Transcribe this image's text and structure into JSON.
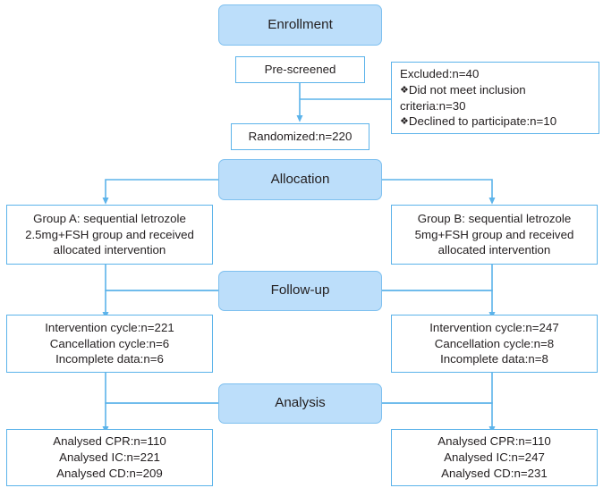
{
  "diagram": {
    "title": "CONSORT participant flow diagram",
    "colors": {
      "stage_fill": "#bcdefa",
      "stage_border": "#7ec0ef",
      "box_border": "#5cb3ea",
      "connector": "#5cb3ea",
      "text": "#231f20",
      "background": "#ffffff"
    }
  },
  "stages": {
    "enrollment": "Enrollment",
    "allocation": "Allocation",
    "followup": "Follow-up",
    "analysis": "Analysis"
  },
  "enrollment": {
    "pre_screened": "Pre-screened",
    "randomized": "Randomized:n=220",
    "excluded": {
      "heading": "Excluded:n=40",
      "bullet_glyph": "❖",
      "reasons": [
        "Did not meet inclusion criteria:n=30",
        "Declined to participate:n=10"
      ]
    }
  },
  "allocation": {
    "group_a": [
      "Group A: sequential letrozole",
      "2.5mg+FSH group and received",
      "allocated intervention"
    ],
    "group_b": [
      "Group B: sequential letrozole",
      "5mg+FSH group and received",
      "allocated intervention"
    ]
  },
  "followup": {
    "left": [
      "Intervention cycle:n=221",
      "Cancellation cycle:n=6",
      "Incomplete data:n=6"
    ],
    "right": [
      "Intervention cycle:n=247",
      "Cancellation cycle:n=8",
      "Incomplete data:n=8"
    ]
  },
  "analysis": {
    "left": [
      "Analysed CPR:n=110",
      "Analysed IC:n=221",
      "Analysed CD:n=209"
    ],
    "right": [
      "Analysed CPR:n=110",
      "Analysed IC:n=247",
      "Analysed CD:n=231"
    ]
  }
}
